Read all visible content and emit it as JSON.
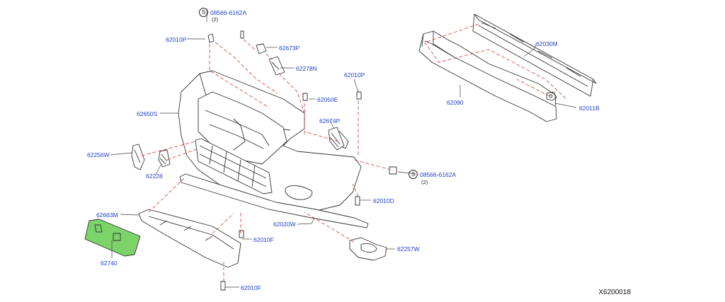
{
  "colors": {
    "part_label": "#1f3fd0",
    "line": "#333333",
    "dash": "#e0302f",
    "highlight": "#7cd36a"
  },
  "diagram_code": "X6200018",
  "labels": {
    "p08566_top": "08566-6162A",
    "p08566_top_qty": "(2)",
    "p08566_right": "08566-6162A",
    "p08566_right_qty": "(2)",
    "p62010P_left": "62010P",
    "p62673P": "62673P",
    "p62278N": "62278N",
    "p62010P_mid": "62010P",
    "p62050E": "62050E",
    "p62650S": "62650S",
    "p62674P": "62674P",
    "p62030M": "62030M",
    "p62090": "62090",
    "p62011B": "62011B",
    "p62256W": "62256W",
    "p62228": "62228",
    "p62010D": "62010D",
    "p62663M": "62663M",
    "p62020W": "62020W",
    "p62010F_mid": "62010F",
    "p62257W": "62257W",
    "p62740": "62740",
    "p62010F_bottom": "62010F",
    "s_symbol": "S"
  },
  "icons": [
    "s-circle-icon"
  ]
}
